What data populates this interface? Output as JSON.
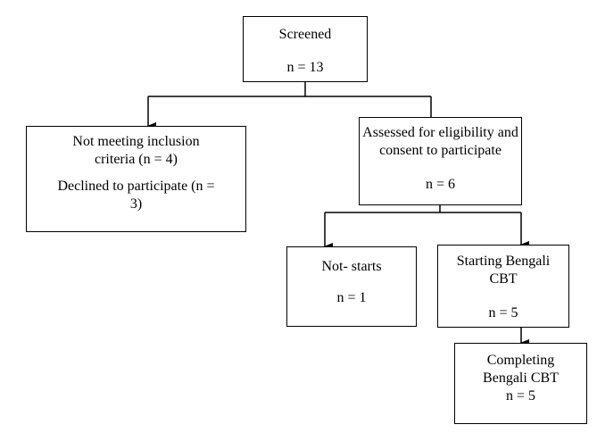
{
  "nodes": {
    "screened": {
      "title": "Screened",
      "count": "n = 13"
    },
    "excluded": {
      "line1": "Not meeting inclusion",
      "line2": "criteria (n = 4)",
      "line3": "Declined to participate (n =",
      "line4": "3)"
    },
    "assessed": {
      "line1": "Assessed for eligibility and",
      "line2": "consent to participate",
      "count": "n = 6"
    },
    "not_starts": {
      "title": "Not- starts",
      "count": "n = 1"
    },
    "starting": {
      "line1": "Starting Bengali",
      "line2": "CBT",
      "count": "n = 5"
    },
    "completing": {
      "line1": "Completing",
      "line2": "Bengali CBT",
      "count": "n = 5"
    }
  },
  "colors": {
    "line": "#000000",
    "background": "#ffffff"
  }
}
